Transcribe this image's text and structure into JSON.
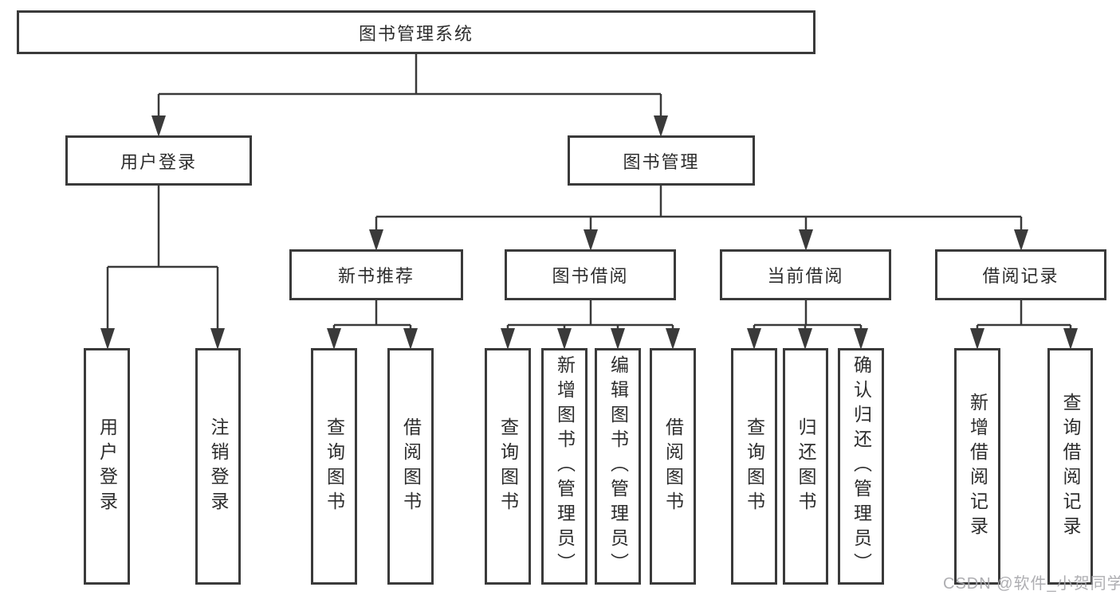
{
  "colors": {
    "line": "#3a3a3a",
    "box_border": "#3a3a3a",
    "text": "#2d2d2d",
    "watermark": "#a6a6aa",
    "background": "#ffffff"
  },
  "tree": {
    "root": {
      "label": "图书管理系统"
    },
    "branches": [
      {
        "label": "用户登录",
        "children": [
          {
            "label": "用户登录"
          },
          {
            "label": "注销登录"
          }
        ]
      },
      {
        "label": "图书管理",
        "children": [
          {
            "label": "新书推荐",
            "children": [
              {
                "label": "查询图书"
              },
              {
                "label": "借阅图书"
              }
            ]
          },
          {
            "label": "图书借阅",
            "children": [
              {
                "label": "查询图书"
              },
              {
                "label": "新增图书（管理员）"
              },
              {
                "label": "编辑图书（管理员）"
              },
              {
                "label": "借阅图书"
              }
            ]
          },
          {
            "label": "当前借阅",
            "children": [
              {
                "label": "查询图书"
              },
              {
                "label": "归还图书"
              },
              {
                "label": "确认归还（管理员）"
              }
            ]
          },
          {
            "label": "借阅记录",
            "children": [
              {
                "label": "新增借阅记录"
              },
              {
                "label": "查询借阅记录"
              }
            ]
          }
        ]
      }
    ]
  },
  "watermark": {
    "text": "CSDN @软件_小贺同学"
  }
}
